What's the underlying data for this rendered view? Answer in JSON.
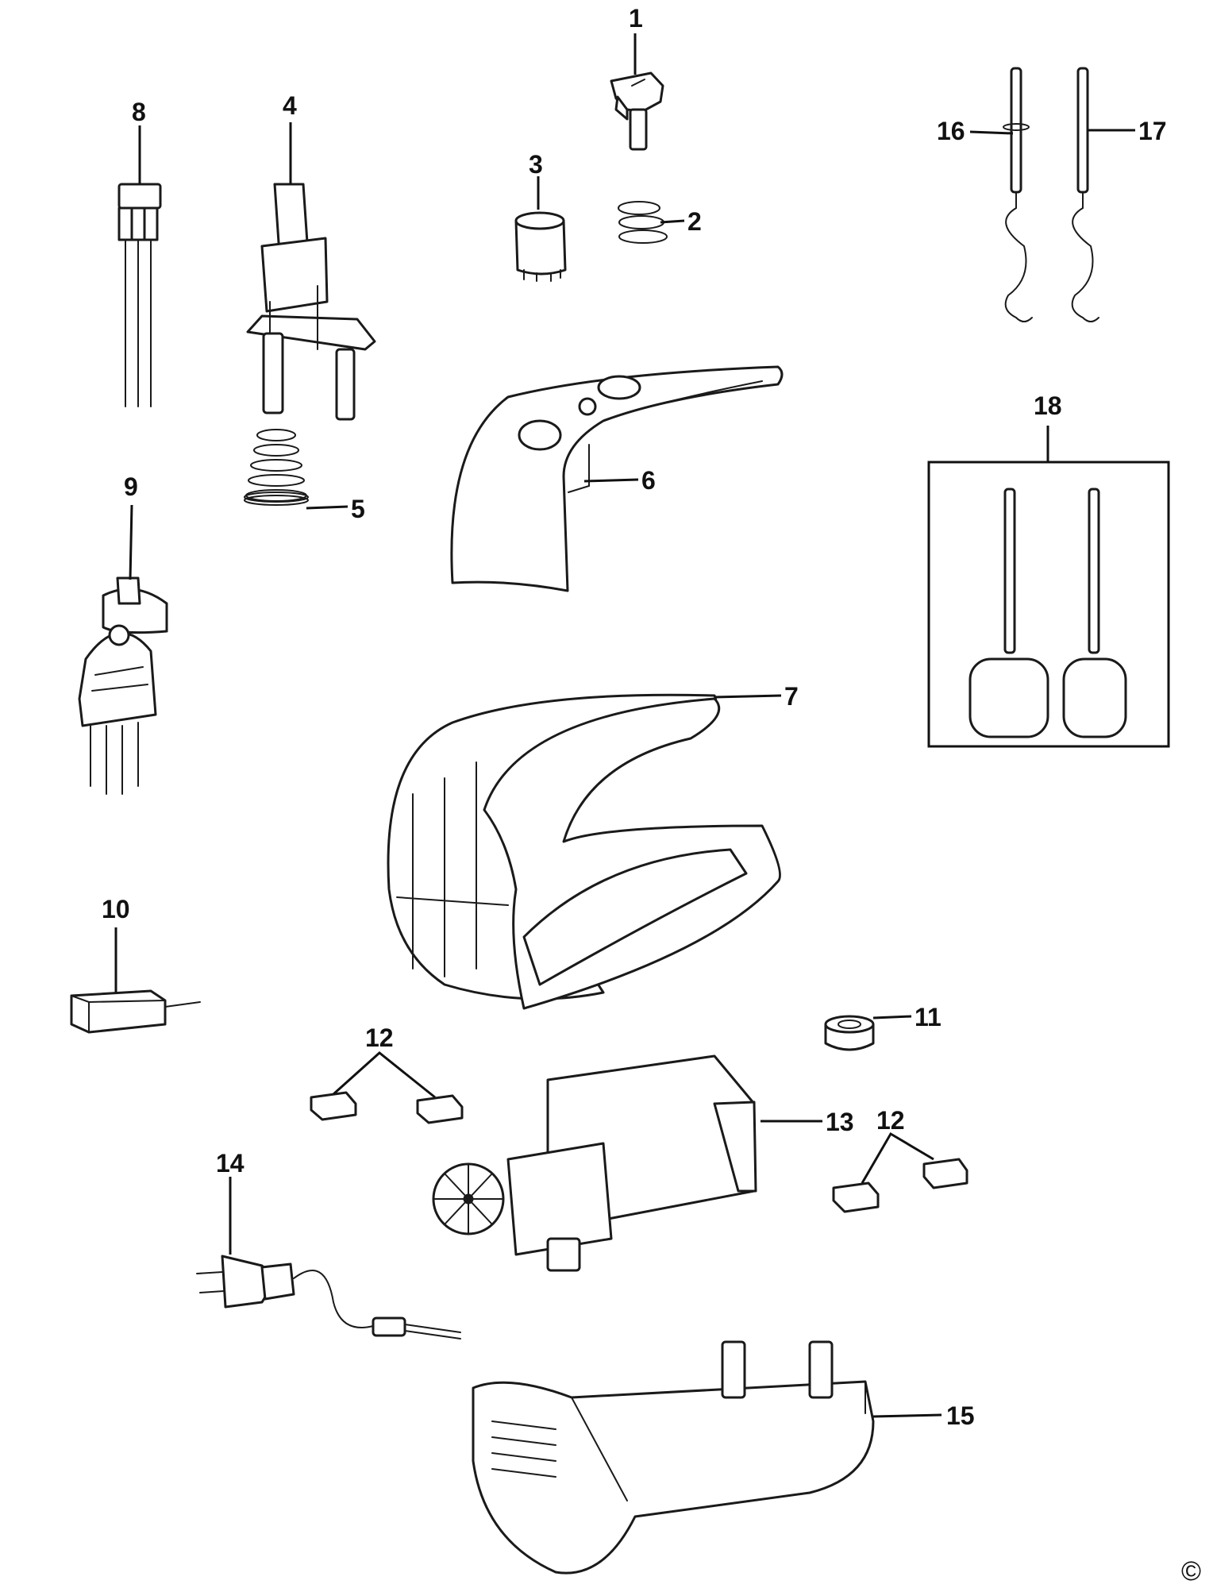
{
  "diagram": {
    "copyright_mark": "©",
    "labels": {
      "p1": "1",
      "p2": "2",
      "p3": "3",
      "p4": "4",
      "p5": "5",
      "p6": "6",
      "p7": "7",
      "p8": "8",
      "p9": "9",
      "p10": "10",
      "p11": "11",
      "p12a": "12",
      "p12b": "12",
      "p13": "13",
      "p14": "14",
      "p15": "15",
      "p16": "16",
      "p17": "17",
      "p18": "18"
    }
  }
}
